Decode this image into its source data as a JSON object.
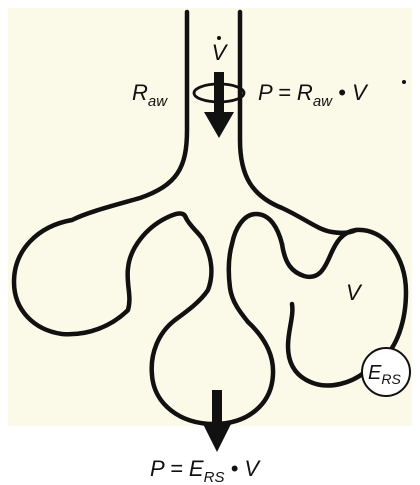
{
  "colors": {
    "background_panel": "#fbf9e8",
    "page": "#ffffff",
    "ink": "#111111"
  },
  "labels": {
    "flow_symbol": "V",
    "resistance_symbol": "R",
    "resistance_subscript": "aw",
    "pressure_resistive_lhs": "P = R",
    "pressure_resistive_sub": "aw",
    "pressure_resistive_rhs": " • V",
    "volume_symbol": "V",
    "elastance_symbol": "E",
    "elastance_subscript": "RS",
    "pressure_elastic_lhs": "P = E",
    "pressure_elastic_sub": "RS",
    "pressure_elastic_rhs": " • V"
  },
  "icons": {
    "flow_arrow": "down-arrow-icon",
    "airway_resistor": "ring-icon",
    "elastance_marker": "circle-icon"
  }
}
